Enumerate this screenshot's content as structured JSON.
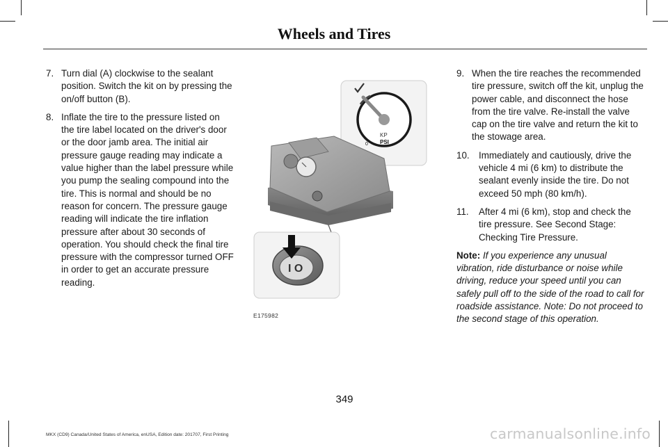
{
  "header": {
    "title": "Wheels and Tires"
  },
  "left_column": {
    "steps": [
      {
        "num": "7.",
        "text": "Turn dial (A) clockwise to the sealant position. Switch the kit on by pressing the on/off button (B)."
      },
      {
        "num": "8.",
        "text": "Inflate the tire to the pressure listed on the tire label located on the driver's door or the door jamb area. The initial air pressure gauge reading may indicate a value higher than the label pressure while you pump the sealing compound into the tire. This is normal and should be no reason for concern. The pressure gauge reading will indicate the tire inflation pressure after about 30 seconds of operation. You should check the final tire pressure with the compressor turned OFF in order to get an accurate pressure reading."
      }
    ]
  },
  "right_column": {
    "steps": [
      {
        "num": "9.",
        "text": "When the tire reaches the recommended tire pressure, switch off the kit, unplug the power cable, and disconnect the hose from the tire valve. Re-install the valve cap on the tire valve and return the kit to the stowage area."
      },
      {
        "num": "10.",
        "text": "Immediately and cautiously, drive the vehicle 4 mi (6 km) to distribute the sealant evenly inside the tire. Do not exceed 50 mph (80 km/h)."
      },
      {
        "num": "11.",
        "text": "After 4 mi (6 km), stop and check the tire pressure. See Second Stage: Checking Tire Pressure."
      }
    ],
    "note_label": "Note:",
    "note_text": "If you experience any unusual vibration, ride disturbance or noise while driving, reduce your speed until you can safely pull off to the side of the road to call for roadside assistance. Note: Do not proceed to the second stage of this operation."
  },
  "figure": {
    "code": "E175982",
    "gauge_unit_top": "KP",
    "gauge_unit_bottom": "PSI",
    "gauge_zero": "0",
    "button_glyph": "I O"
  },
  "page_number": "349",
  "footer": {
    "text": "MKX (CD9) Canada/United States of America, enUSA, Edition date: 201707, First Printing"
  },
  "watermark": "carmanualsonline.info"
}
